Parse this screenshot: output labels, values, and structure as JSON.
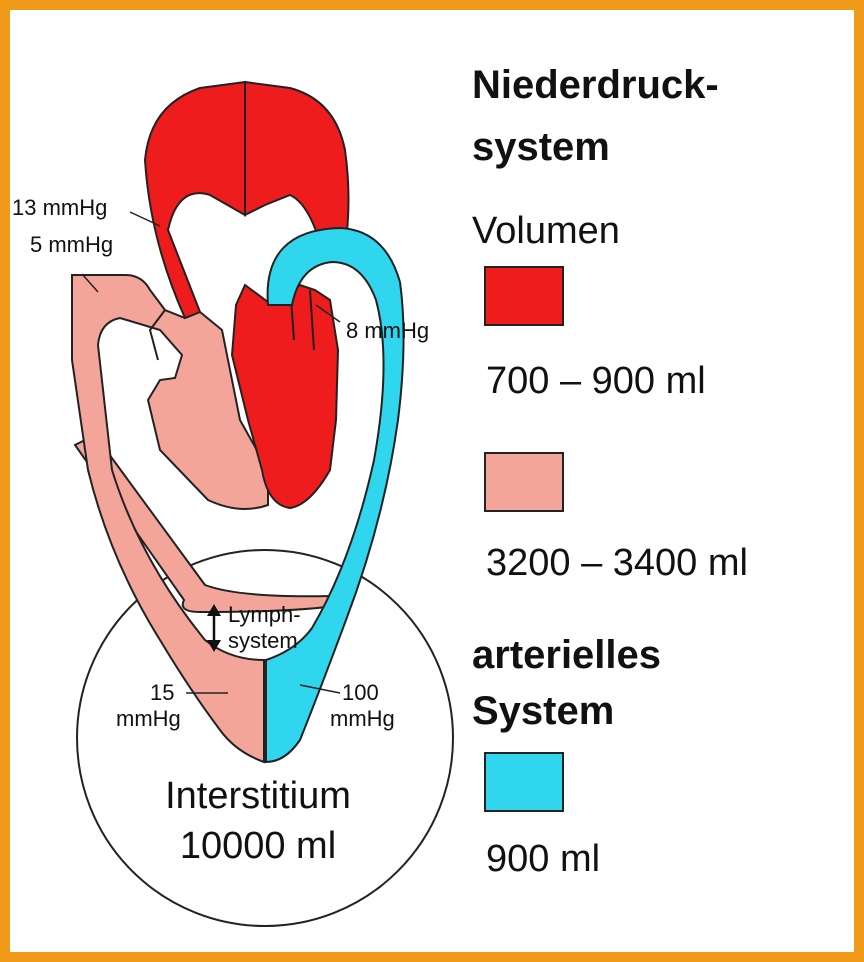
{
  "diagram": {
    "pressure_13": "13 mmHg",
    "pressure_5": "5 mmHg",
    "pressure_8": "8 mmHg",
    "lymph_line1": "Lymph-",
    "lymph_line2": "system",
    "pressure_15_value": "15",
    "pressure_15_unit": "mmHg",
    "pressure_100_value": "100",
    "pressure_100_unit": "mmHg",
    "interstitium_label": "Interstitium",
    "interstitium_volume": "10000 ml"
  },
  "legend": {
    "low_pressure_line1": "Niederdruck-",
    "low_pressure_line2": "system",
    "volume_heading": "Volumen",
    "entries": [
      {
        "color": "#ee1c1c",
        "value": "700 – 900 ml"
      },
      {
        "color": "#f4a59a",
        "value": "3200 – 3400 ml"
      }
    ],
    "arterial_line1": "arterielles",
    "arterial_line2": "System",
    "arterial_entry": {
      "color": "#2fd6ee",
      "value": "900 ml"
    }
  },
  "colors": {
    "frame": "#f29a1a",
    "red": "#ee1c1c",
    "pink": "#f4a59a",
    "cyan": "#2fd6ee"
  }
}
